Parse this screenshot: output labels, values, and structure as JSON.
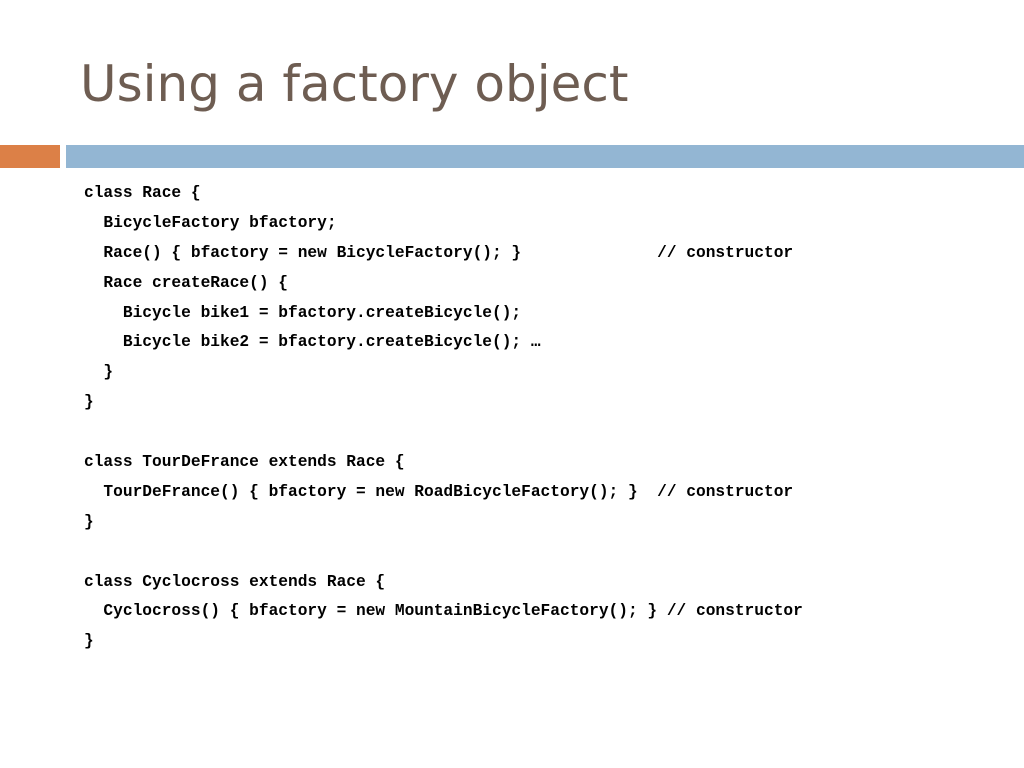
{
  "slide": {
    "title": "Using a factory object",
    "code_lines": [
      "class Race {",
      "  BicycleFactory bfactory;",
      "  Race() { bfactory = new BicycleFactory(); }              // constructor",
      "  Race createRace() {",
      "    Bicycle bike1 = bfactory.createBicycle();",
      "    Bicycle bike2 = bfactory.createBicycle(); …",
      "  }",
      "}",
      "",
      "class TourDeFrance extends Race {",
      "  TourDeFrance() { bfactory = new RoadBicycleFactory(); }  // constructor",
      "}",
      "",
      "class Cyclocross extends Race {",
      "  Cyclocross() { bfactory = new MountainBicycleFactory(); } // constructor",
      "}"
    ]
  },
  "colors": {
    "title": "#6e5d52",
    "accent_orange": "#dc8047",
    "accent_blue": "#93b6d3"
  }
}
